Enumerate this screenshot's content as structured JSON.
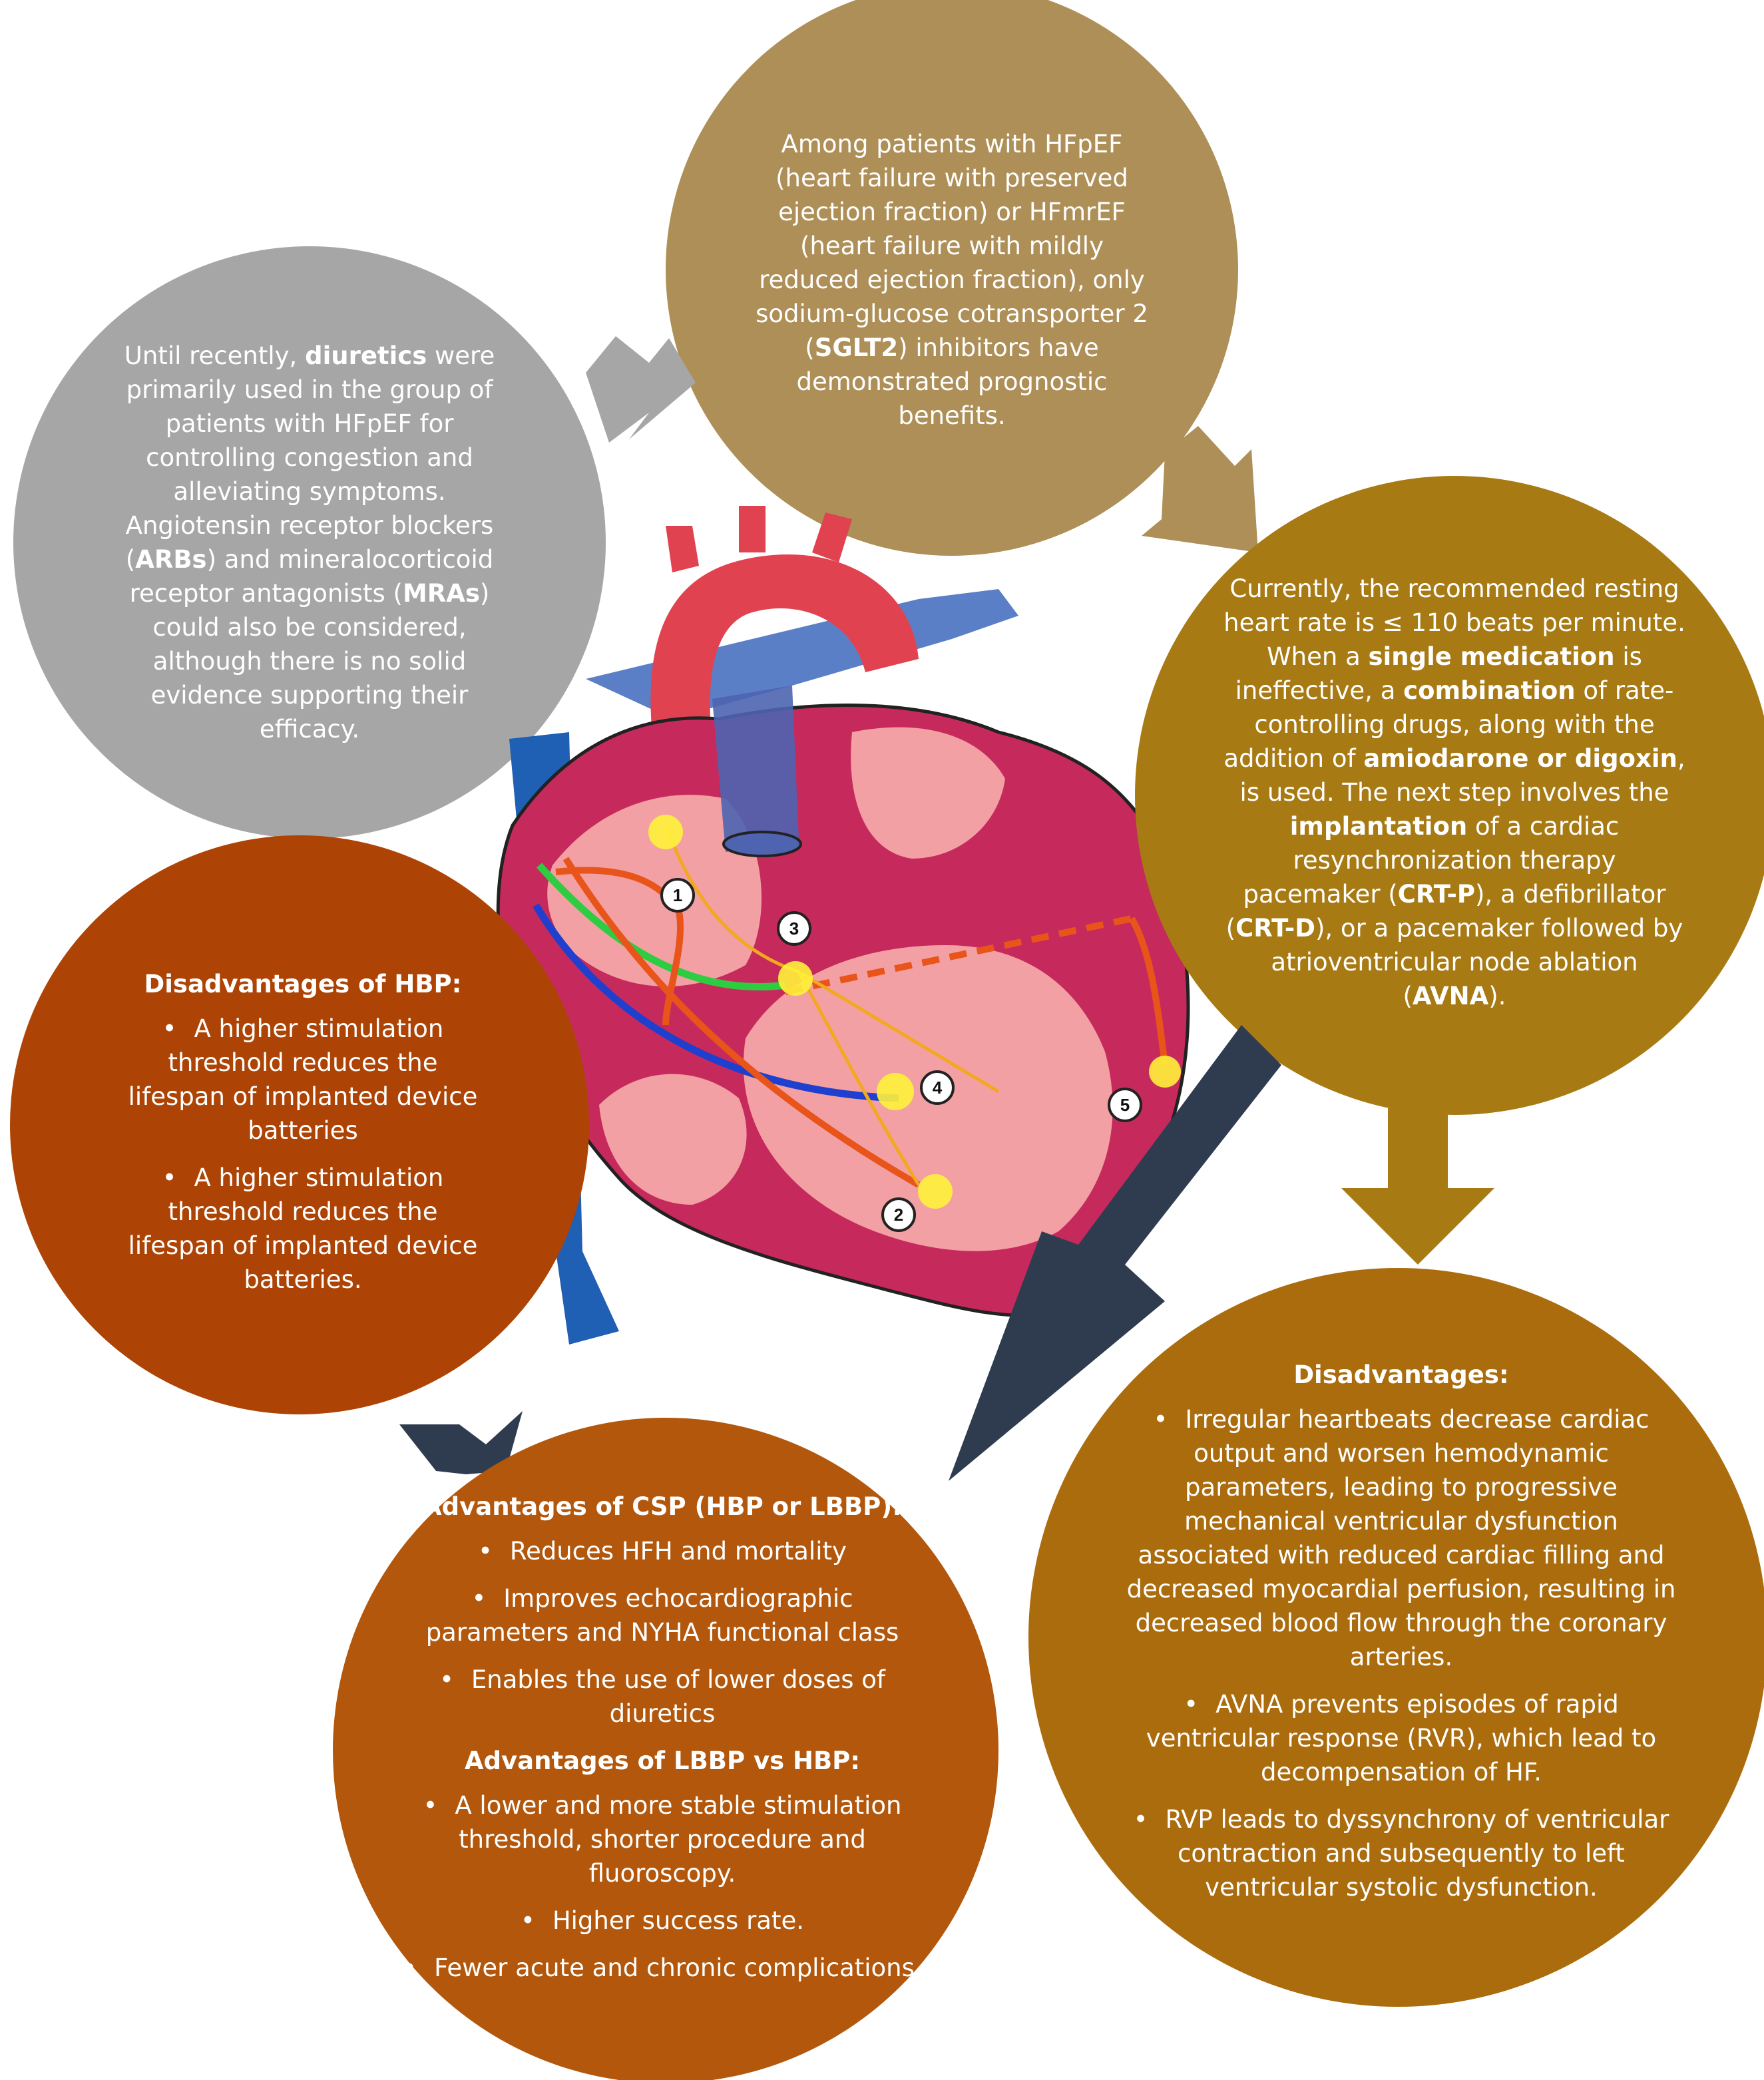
{
  "colors": {
    "gray": "#a6a6a6",
    "tan": "#ad8f57",
    "gold": "#a77a14",
    "rust": "#ad4405",
    "orange_brown": "#b2570c",
    "amber": "#ab6c0d",
    "navy_arrow": "#2f3c4f"
  },
  "icons": {
    "heart": "heart-conduction-illustration-icon",
    "arrows": "block-arrow-icon"
  },
  "markers": [
    "1",
    "2",
    "3",
    "4",
    "5"
  ],
  "circles": {
    "gray": {
      "pre": "Until recently, ",
      "b1": "diuretics",
      "mid1": " were primarily used in the group of patients with HFpEF for controlling congestion and alleviating symptoms. Angiotensin receptor blockers (",
      "b2": "ARBs",
      "mid2": ") and mineralocorticoid receptor antagonists (",
      "b3": "MRAs",
      "post": ") could also be considered, although there is no solid evidence supporting their efficacy."
    },
    "tan": {
      "pre": "Among patients with HFpEF (heart failure with preserved ejection fraction) or HFmrEF (heart failure with mildly reduced ejection fraction), only sodium-glucose cotransporter 2 (",
      "b1": "SGLT2",
      "post": ") inhibitors have demonstrated prognostic benefits."
    },
    "gold": {
      "t1": "Currently, the recommended resting heart rate is ≤ 110 beats per minute. When a ",
      "b1": "single medication",
      "t2": " is ineffective, a ",
      "b2": "combination",
      "t3": " of rate-controlling drugs, along with the addition of ",
      "b3": "amiodarone or digoxin",
      "t4": ", is used. The next step involves the ",
      "b4": "implantation",
      "t5": " of a cardiac resynchronization therapy pacemaker (",
      "b5": "CRT-P",
      "t6": "), a defibrillator (",
      "b6": "CRT-D",
      "t7": "), or a pacemaker followed by atrioventricular node ablation (",
      "b7": "AVNA",
      "t8": ")."
    },
    "rust": {
      "heading": "Disadvantages of HBP:",
      "items": [
        "A higher stimulation threshold reduces the lifespan of implanted device batteries",
        "A higher stimulation threshold reduces the lifespan of implanted device batteries."
      ]
    },
    "amber": {
      "heading": "Disadvantages:",
      "items": [
        "Irregular heartbeats decrease cardiac output and worsen hemodynamic parameters, leading to progressive mechanical ventricular dysfunction associated with reduced cardiac filling and decreased myocardial perfusion, resulting in decreased blood flow through the coronary arteries.",
        "AVNA prevents episodes of rapid ventricular response (RVR), which lead to decompensation of HF.",
        "RVP leads to dyssynchrony of ventricular contraction and subsequently to left ventricular systolic dysfunction."
      ]
    },
    "orange": {
      "heading1": "Advantages of CSP (HBP or LBBP):",
      "items1": [
        "Reduces HFH and mortality",
        "Improves echocardiographic parameters and NYHA functional class",
        "Enables the use of lower doses of diuretics"
      ],
      "heading2": "Advantages of LBBP vs HBP:",
      "items2": [
        "A lower and more stable stimulation threshold, shorter procedure and fluoroscopy.",
        "Higher success rate.",
        "Fewer acute and chronic complications."
      ]
    }
  }
}
